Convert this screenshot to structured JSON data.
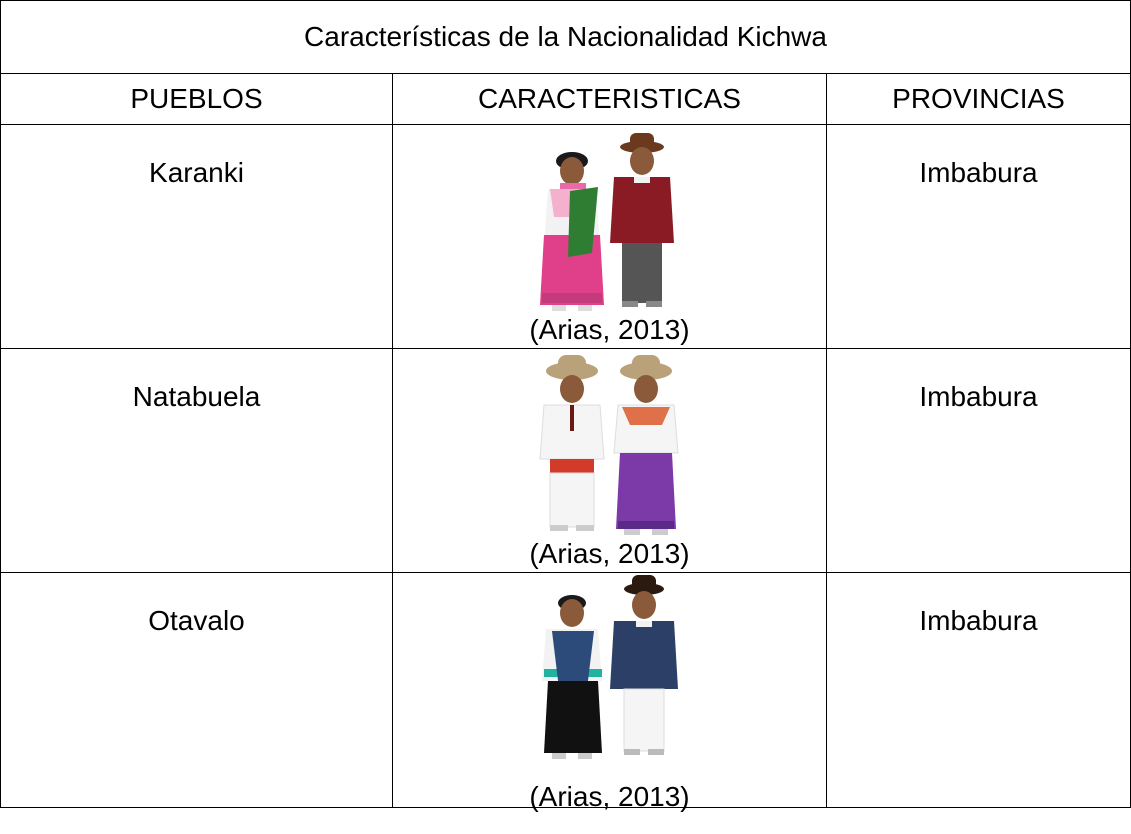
{
  "table": {
    "title": "Características de la Nacionalidad Kichwa",
    "headers": {
      "pueblos": "PUEBLOS",
      "caracteristicas": "CARACTERISTICAS",
      "provincias": "PROVINCIAS"
    },
    "rows": [
      {
        "pueblo": "Karanki",
        "caption": "(Arias, 2013)",
        "provincia": "Imbabura",
        "figure": {
          "left": {
            "role": "woman",
            "hat": "#3a1a0a",
            "blouse": "#f2f2f2",
            "skirt": "#e0408a",
            "shawl": "#2e7d32",
            "hair": "#1a1a1a"
          },
          "right": {
            "role": "man",
            "hat": "#6b3a1e",
            "poncho": "#8a1a24",
            "pants": "#555555",
            "hair": "#1a1a1a"
          }
        }
      },
      {
        "pueblo": "Natabuela",
        "caption": "(Arias, 2013)",
        "provincia": "Imbabura",
        "figure": {
          "left": {
            "role": "man",
            "hat": "#b9a27a",
            "poncho": "#f5f5f5",
            "belt": "#d23a2a",
            "pants": "#f5f5f5",
            "hair": "#1a1a1a"
          },
          "right": {
            "role": "woman",
            "hat": "#b9a27a",
            "blouse": "#f5f5f5",
            "skirt": "#7b3aa8",
            "shawl": "#e0704a",
            "hair": "#1a1a1a"
          }
        }
      },
      {
        "pueblo": "Otavalo",
        "caption": "(Arias, 2013)",
        "provincia": "Imbabura",
        "figure": {
          "left": {
            "role": "woman",
            "blouse": "#f2f2f2",
            "skirt": "#111111",
            "shawl": "#2c4a7a",
            "trim": "#1fb3a0",
            "hair": "#1a1a1a"
          },
          "right": {
            "role": "man",
            "hat": "#2a1a10",
            "poncho": "#2c3f66",
            "pants": "#f5f5f5",
            "hair": "#1a1a1a"
          }
        }
      }
    ]
  }
}
